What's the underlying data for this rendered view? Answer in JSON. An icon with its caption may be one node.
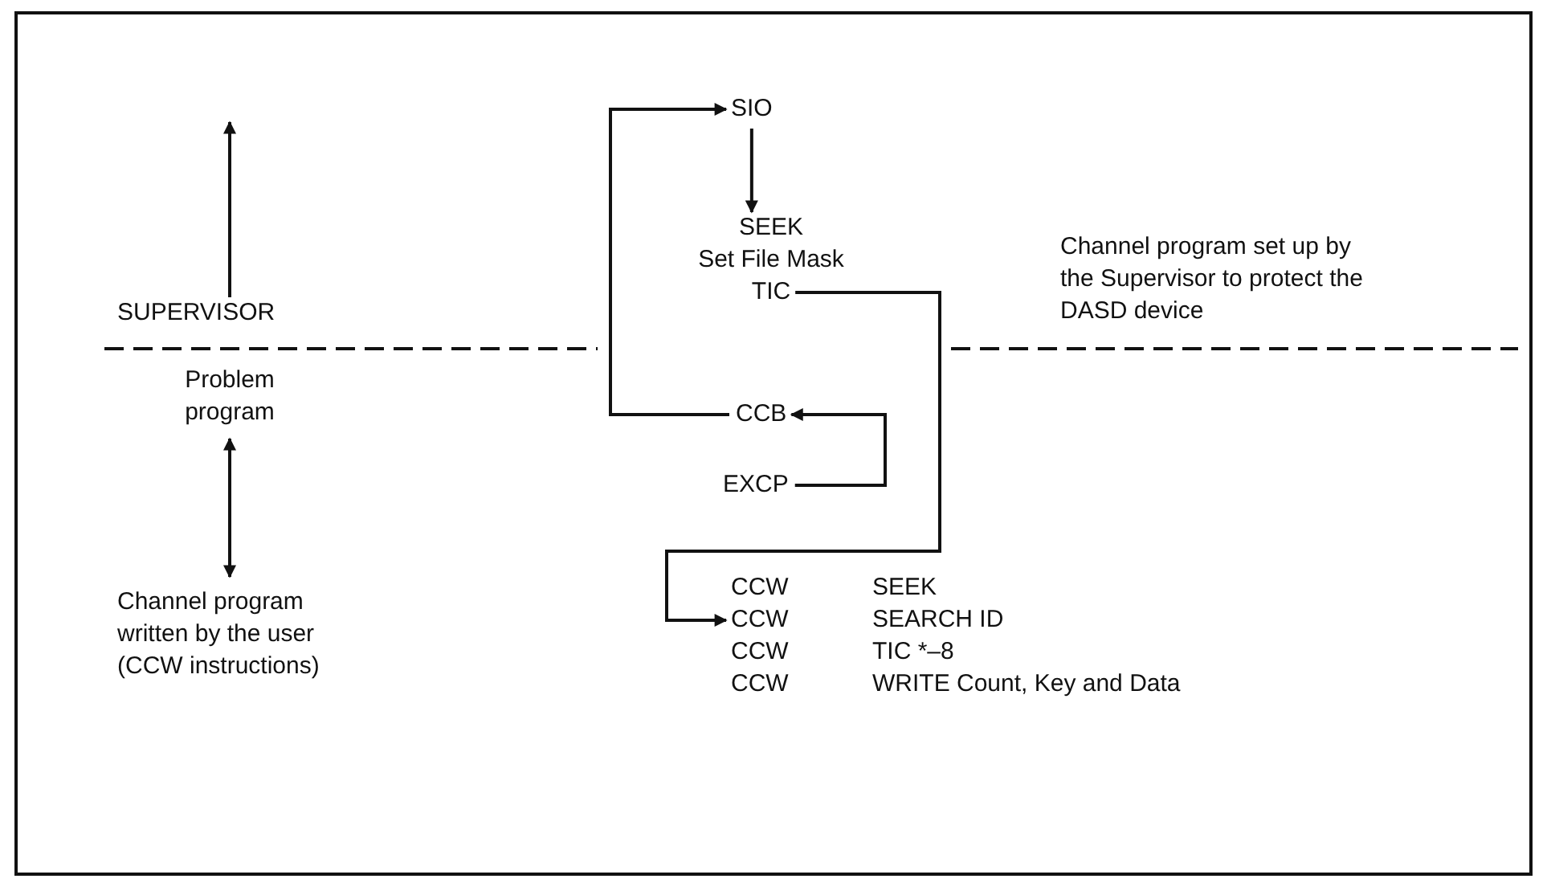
{
  "diagram": {
    "nodes": [
      {
        "text": [
          "SIO"
        ]
      },
      {
        "text": [
          "SEEK"
        ]
      },
      {
        "text": [
          "Set File Mask"
        ]
      },
      {
        "text": [
          "TIC"
        ]
      },
      {
        "text": [
          "CCB"
        ]
      },
      {
        "text": [
          "EXCP"
        ]
      },
      {
        "text": [
          "CCW",
          "SEEK"
        ]
      },
      {
        "text": [
          "CCW",
          "SEARCH ID"
        ]
      },
      {
        "text": [
          "CCW",
          "TIC *–8"
        ]
      },
      {
        "text": [
          "CCW",
          "WRITE Count, Key and Data"
        ]
      },
      {
        "text": [
          "SUPERVISOR"
        ]
      },
      {
        "text": [
          "Problem program"
        ]
      },
      {
        "text": [
          "Channel program written by the user (CCW instructions)"
        ]
      }
    ],
    "edges": [
      {
        "from": 4,
        "to": 0,
        "arrow": "to"
      },
      {
        "from": 0,
        "to": 1,
        "arrow": "to"
      },
      {
        "from": 5,
        "to": 4,
        "arrow": "to"
      },
      {
        "from": 3,
        "to": 7,
        "arrow": "to"
      },
      {
        "from": 10,
        "to": null,
        "arrow": "to"
      },
      {
        "from": 11,
        "to": 12,
        "arrow": "both"
      }
    ],
    "labels": [
      "Channel program set up by the Supervisor to protect the DASD device"
    ]
  }
}
